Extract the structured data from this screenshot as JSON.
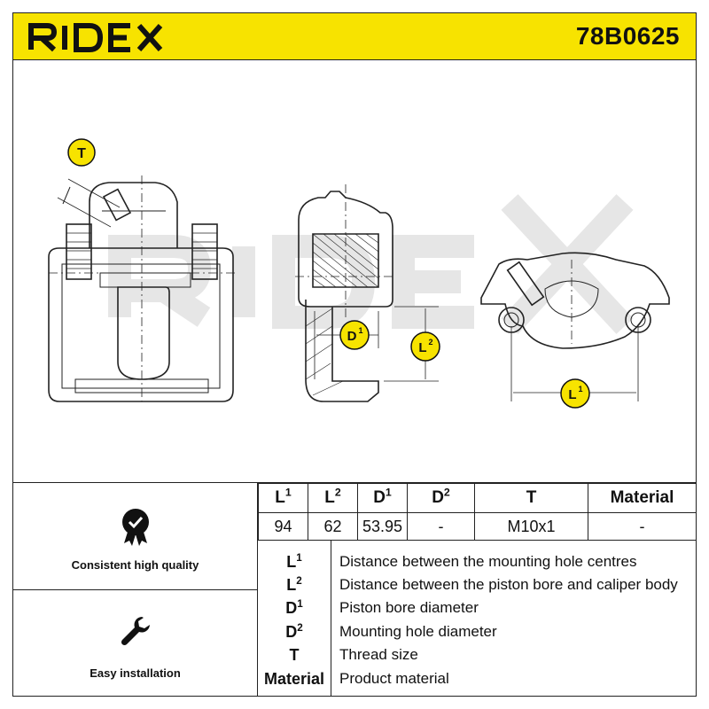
{
  "header": {
    "brand": "RIDEX",
    "part_number": "78B0625",
    "background_color": "#f7e300"
  },
  "drawing": {
    "watermark": "RIDEX",
    "labels": {
      "thread": "T",
      "bore_diameter_base": "D",
      "bore_diameter_sup": "1",
      "piston_body_base": "L",
      "piston_body_sup": "2",
      "mounting_centres_base": "L",
      "mounting_centres_sup": "1"
    }
  },
  "features": [
    {
      "icon": "quality-badge-icon",
      "label": "Consistent high quality"
    },
    {
      "icon": "wrench-icon",
      "label": "Easy installation"
    }
  ],
  "specs": {
    "headers": [
      {
        "base": "L",
        "sup": "1"
      },
      {
        "base": "L",
        "sup": "2"
      },
      {
        "base": "D",
        "sup": "1"
      },
      {
        "base": "D",
        "sup": "2"
      },
      {
        "base": "T",
        "sup": ""
      },
      {
        "base": "Material",
        "sup": ""
      }
    ],
    "values": [
      "94",
      "62",
      "53.95",
      "-",
      "M10x1",
      "-"
    ]
  },
  "legend": [
    {
      "base": "L",
      "sup": "1",
      "desc": "Distance between the mounting hole centres"
    },
    {
      "base": "L",
      "sup": "2",
      "desc": "Distance between the piston bore and caliper body"
    },
    {
      "base": "D",
      "sup": "1",
      "desc": "Piston bore diameter"
    },
    {
      "base": "D",
      "sup": "2",
      "desc": "Mounting hole diameter"
    },
    {
      "base": "T",
      "sup": "",
      "desc": "Thread size"
    },
    {
      "base": "Material",
      "sup": "",
      "desc": "Product material"
    }
  ]
}
